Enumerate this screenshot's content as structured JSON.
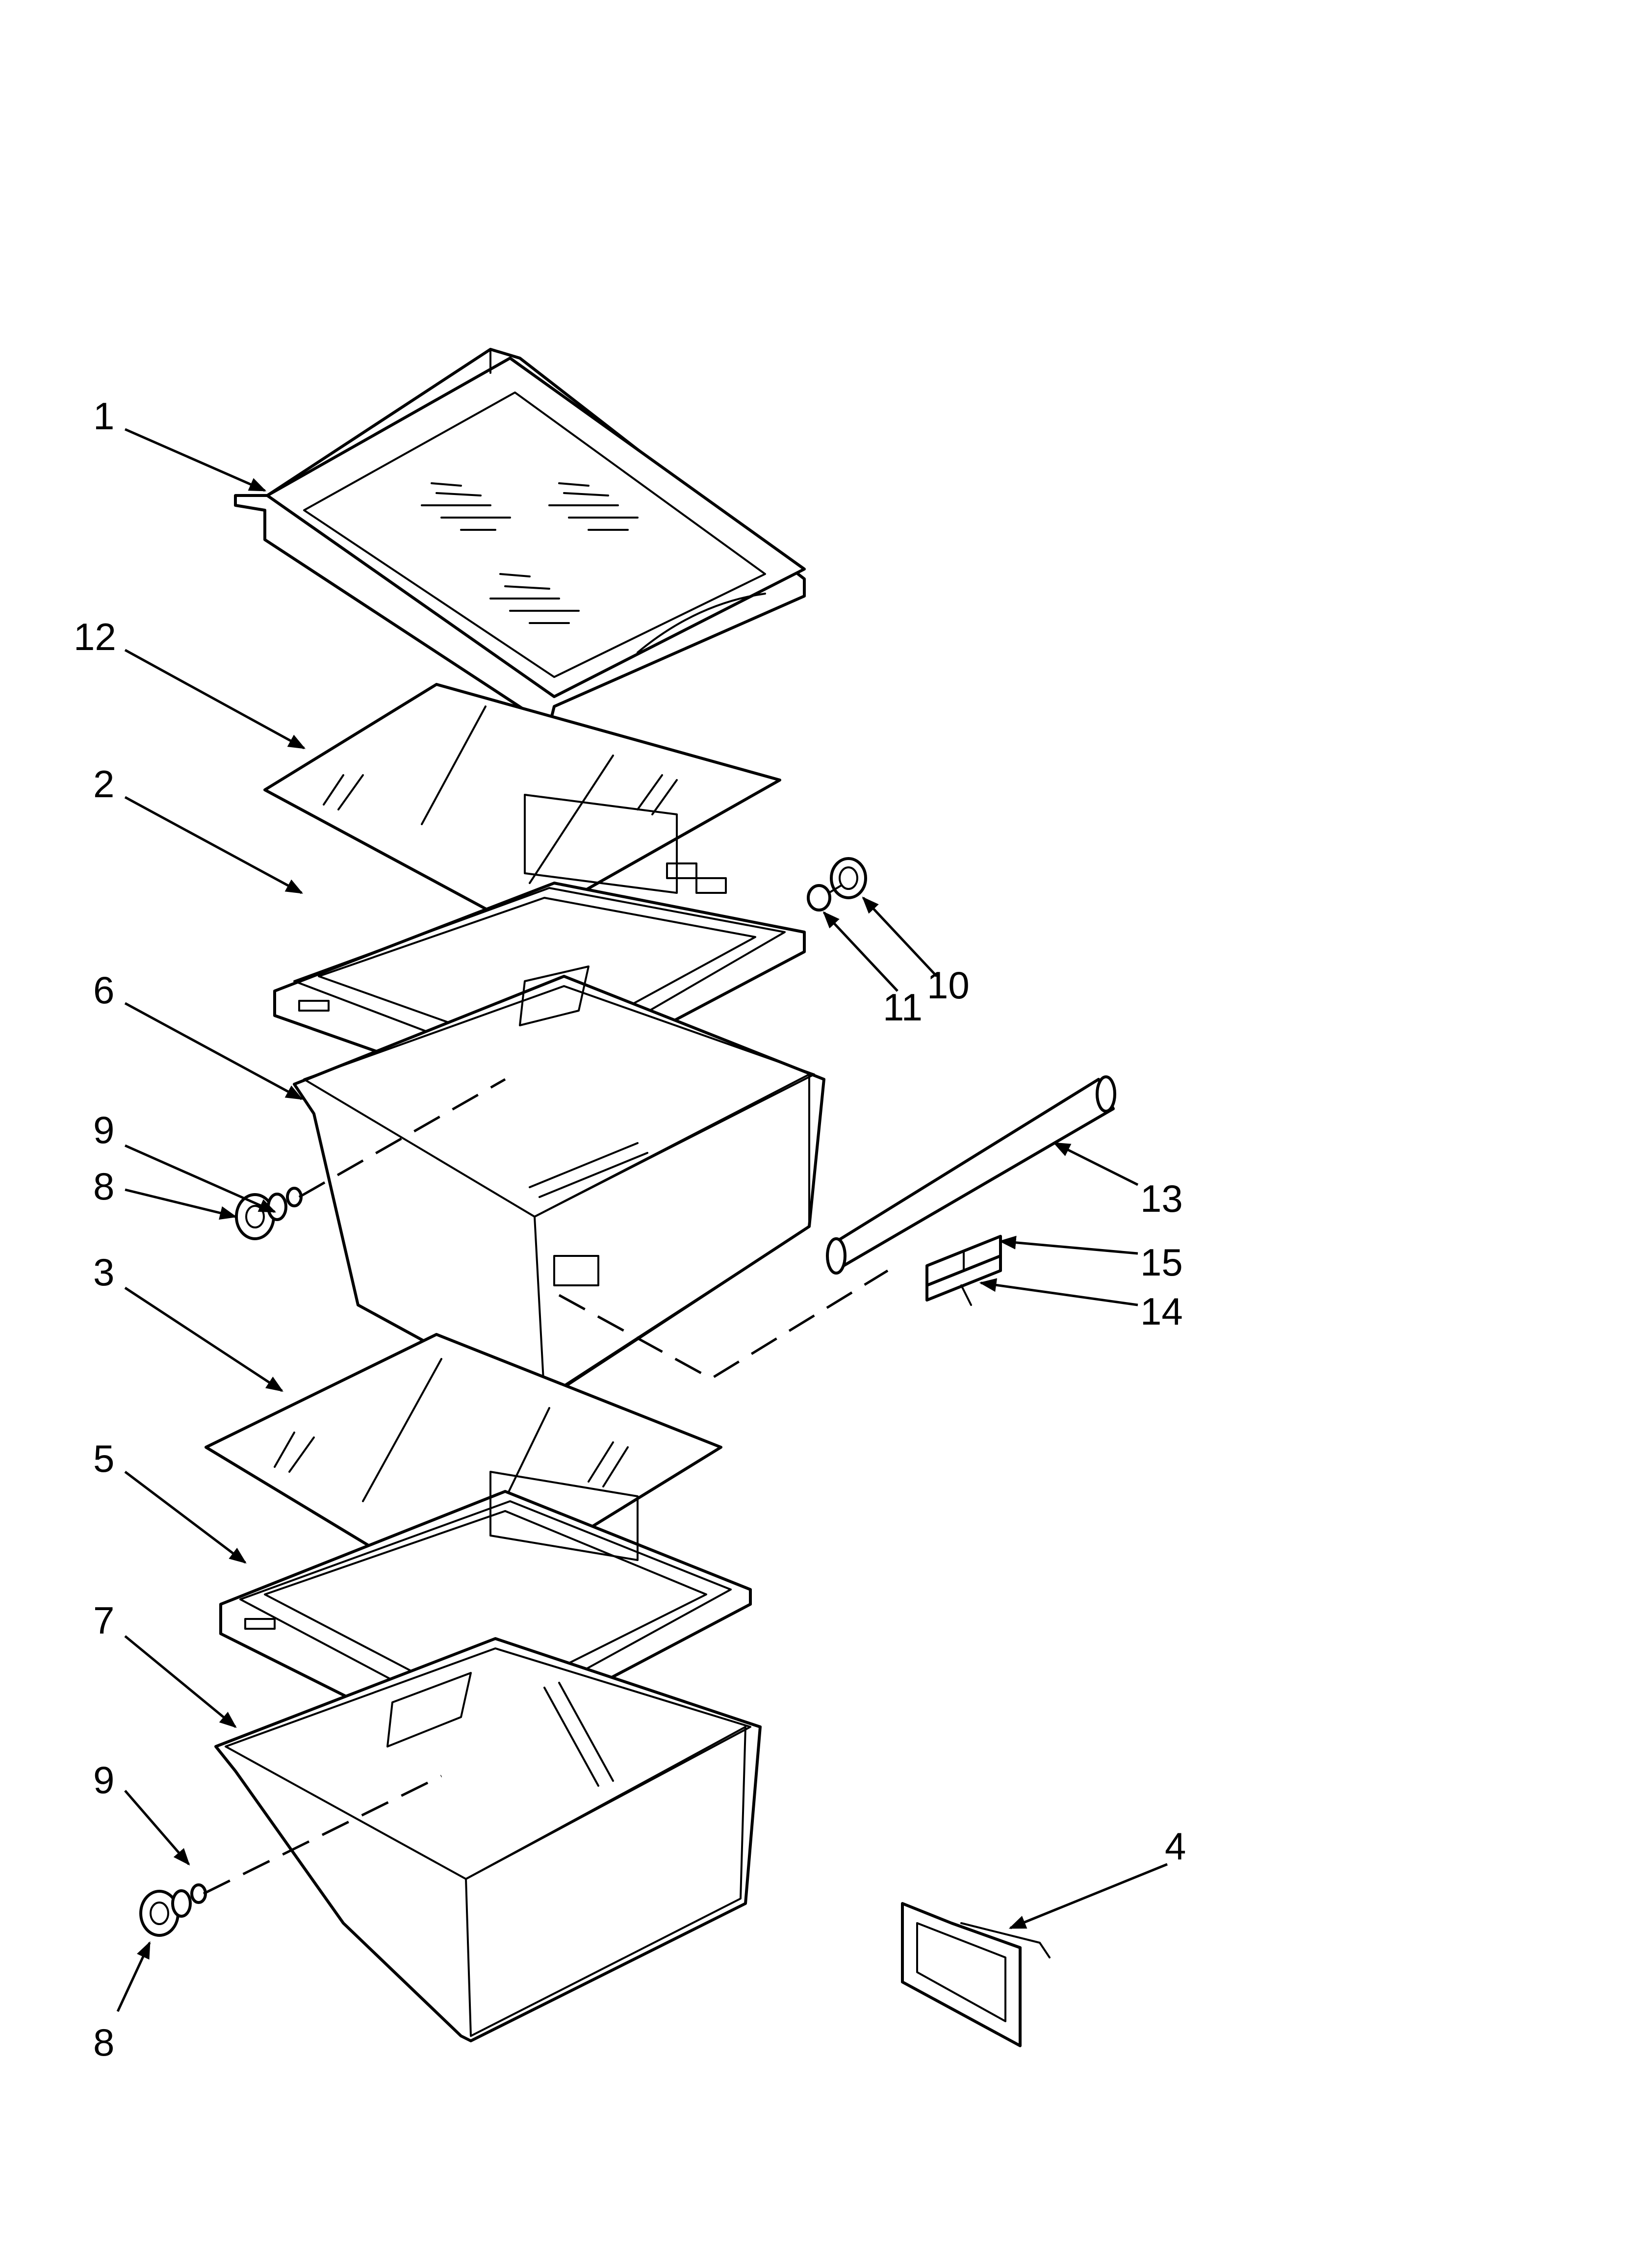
{
  "diagram": {
    "callouts": {
      "c1": "1",
      "c12": "12",
      "c2": "2",
      "c6": "6",
      "c9a": "9",
      "c8a": "8",
      "c3": "3",
      "c5": "5",
      "c7": "7",
      "c9b": "9",
      "c8b": "8",
      "c10": "10",
      "c11": "11",
      "c13": "13",
      "c15": "15",
      "c14": "14",
      "c4": "4"
    }
  }
}
